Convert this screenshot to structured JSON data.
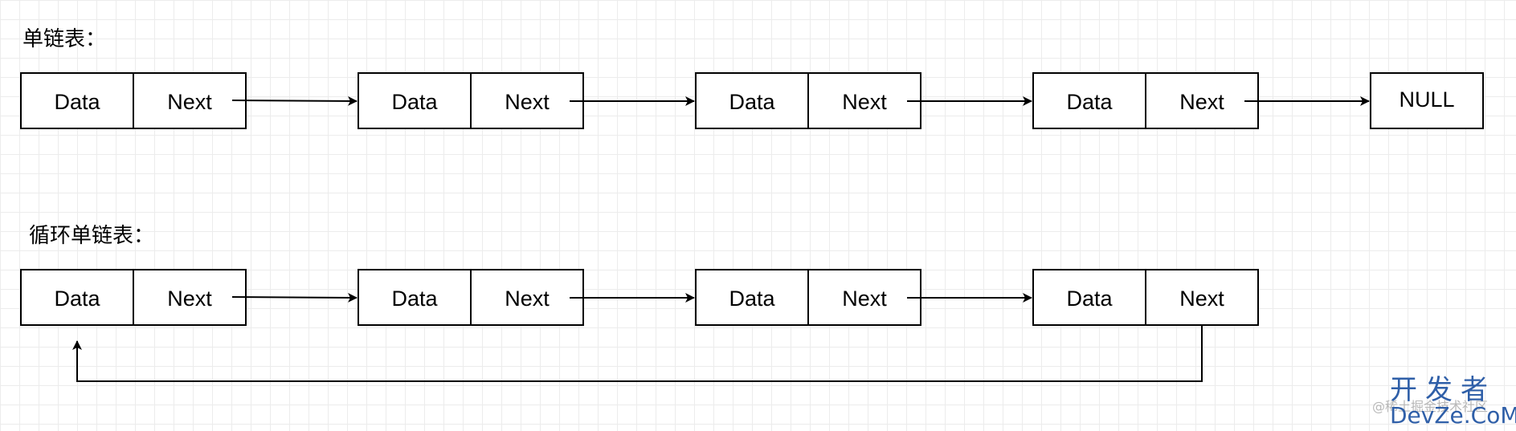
{
  "labels": {
    "singly_linked_list": "单链表：",
    "circular_singly_linked_list": "循环单链表："
  },
  "node": {
    "data_label": "Data",
    "next_label": "Next"
  },
  "null_label": "NULL",
  "watermark": {
    "title": "开发者",
    "brand": "DevZe.CoM",
    "ghost": "@稀土掘金技术社区"
  },
  "colors": {
    "stroke": "#000000",
    "grid": "#ececec",
    "watermark": "#2f5fa8"
  }
}
